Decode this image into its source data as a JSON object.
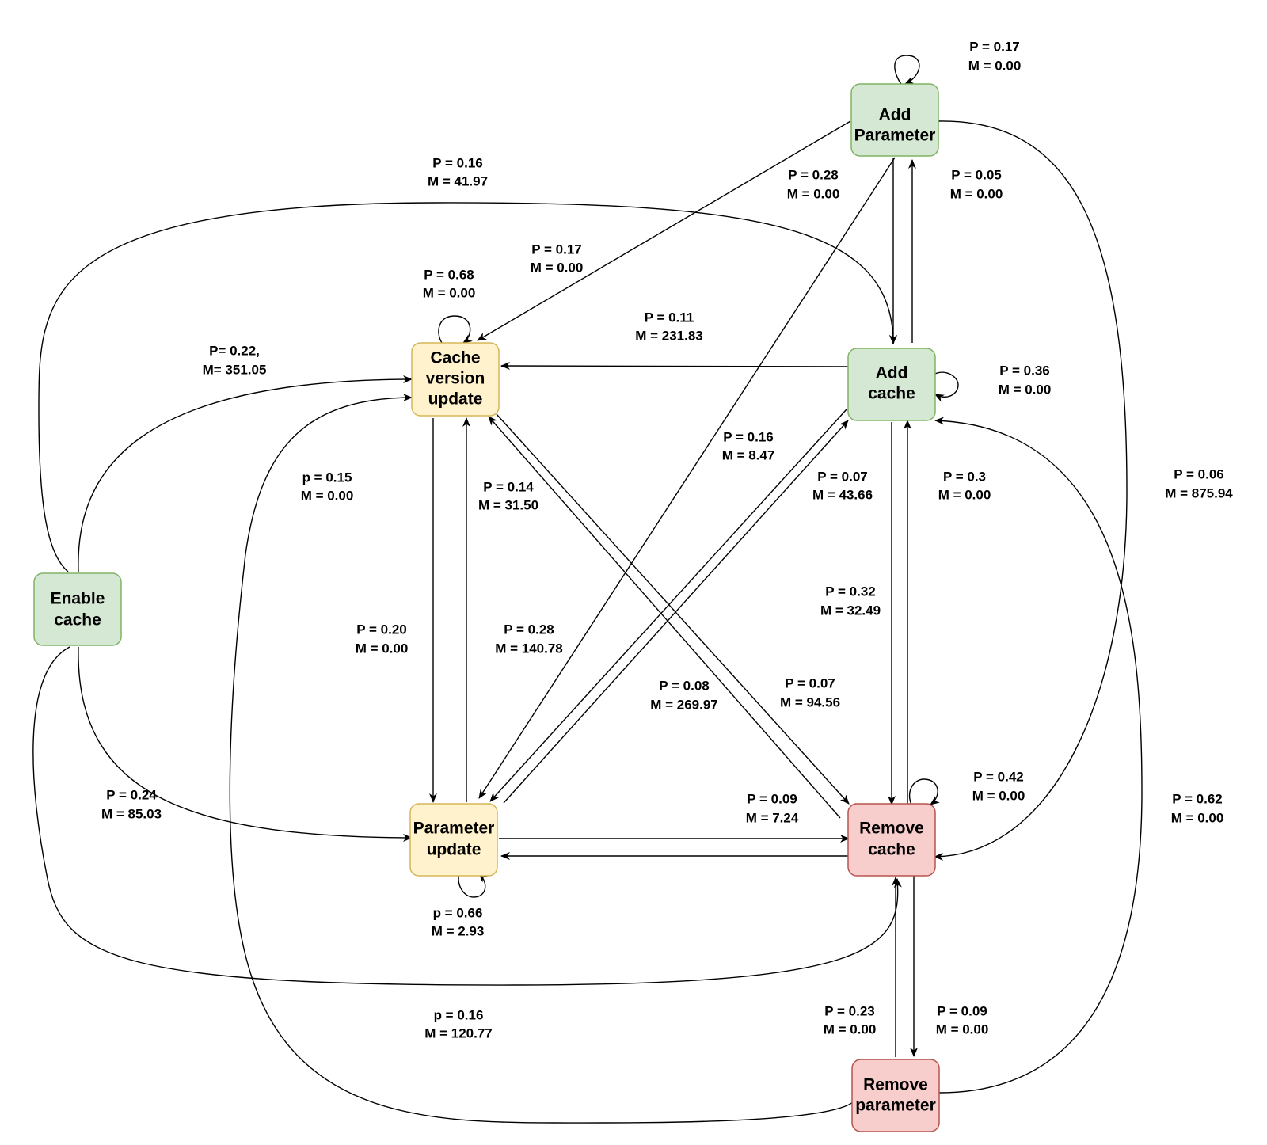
{
  "colors": {
    "green_fill": "#d5e8d4",
    "green_stroke": "#82b366",
    "yellow_fill": "#fff2cc",
    "yellow_stroke": "#d6b656",
    "red_fill": "#f8cecc",
    "red_stroke": "#b85450",
    "edge": "#000000"
  },
  "nodes": {
    "add_parameter": [
      "Add",
      "Parameter"
    ],
    "add_cache": [
      "Add",
      "cache"
    ],
    "cache_version_update": [
      "Cache",
      "version",
      "update"
    ],
    "enable_cache": [
      "Enable",
      "cache"
    ],
    "parameter_update": [
      "Parameter",
      "update"
    ],
    "remove_cache": [
      "Remove",
      "cache"
    ],
    "remove_parameter": [
      "Remove",
      "parameter"
    ]
  },
  "edges": [
    {
      "id": "ap-self",
      "p": "P = 0.17",
      "m": "M = 0.00"
    },
    {
      "id": "en-ac",
      "p": "P = 0.16",
      "m": "M = 41.97"
    },
    {
      "id": "ap-ac",
      "p": "P = 0.28",
      "m": "M = 0.00"
    },
    {
      "id": "ac-ap",
      "p": "P = 0.05",
      "m": "M = 0.00"
    },
    {
      "id": "ap-cvu",
      "p": "P = 0.17",
      "m": "M = 0.00"
    },
    {
      "id": "cvu-self",
      "p": "P = 0.68",
      "m": "M = 0.00"
    },
    {
      "id": "ac-cvu",
      "p": "P = 0.11",
      "m": "M = 231.83"
    },
    {
      "id": "en-cvu",
      "p": "P= 0.22,",
      "m": "M= 351.05"
    },
    {
      "id": "ac-self",
      "p": "P = 0.36",
      "m": "M = 0.00"
    },
    {
      "id": "ap-pu",
      "p": "P = 0.16",
      "m": "M = 8.47"
    },
    {
      "id": "ac-pu",
      "p": "P = 0.07",
      "m": "M = 43.66"
    },
    {
      "id": "rc-ac",
      "p": "P = 0.3",
      "m": "M = 0.00"
    },
    {
      "id": "rp-cvu",
      "p": "p = 0.15",
      "m": "M = 0.00"
    },
    {
      "id": "pu-cvu",
      "p": "P = 0.14",
      "m": "M = 31.50"
    },
    {
      "id": "ap-rc",
      "p": "P = 0.06",
      "m": "M = 875.94"
    },
    {
      "id": "ac-rc",
      "p": "P = 0.32",
      "m": "M = 32.49"
    },
    {
      "id": "cvu-pu",
      "p": "P = 0.20",
      "m": "M = 0.00"
    },
    {
      "id": "pu-ac",
      "p": "P = 0.28",
      "m": "M = 140.78"
    },
    {
      "id": "cvu-rc",
      "p": "P = 0.07",
      "m": "M = 94.56"
    },
    {
      "id": "rc-cvu",
      "p": "P = 0.08",
      "m": "M = 269.97"
    },
    {
      "id": "rc-self",
      "p": "P = 0.42",
      "m": "M = 0.00"
    },
    {
      "id": "en-pu",
      "p": "P = 0.24",
      "m": "M = 85.03"
    },
    {
      "id": "pu-rc",
      "p": "P = 0.09",
      "m": "M = 7.24"
    },
    {
      "id": "rp-ac",
      "p": "P = 0.62",
      "m": "M = 0.00"
    },
    {
      "id": "pu-self",
      "p": "p = 0.66",
      "m": "M = 2.93"
    },
    {
      "id": "en-rc",
      "p": "p = 0.16",
      "m": "M = 120.77"
    },
    {
      "id": "rp-rc",
      "p": "P = 0.23",
      "m": "M = 0.00"
    },
    {
      "id": "rc-rp",
      "p": "P = 0.09",
      "m": "M = 0.00"
    }
  ]
}
